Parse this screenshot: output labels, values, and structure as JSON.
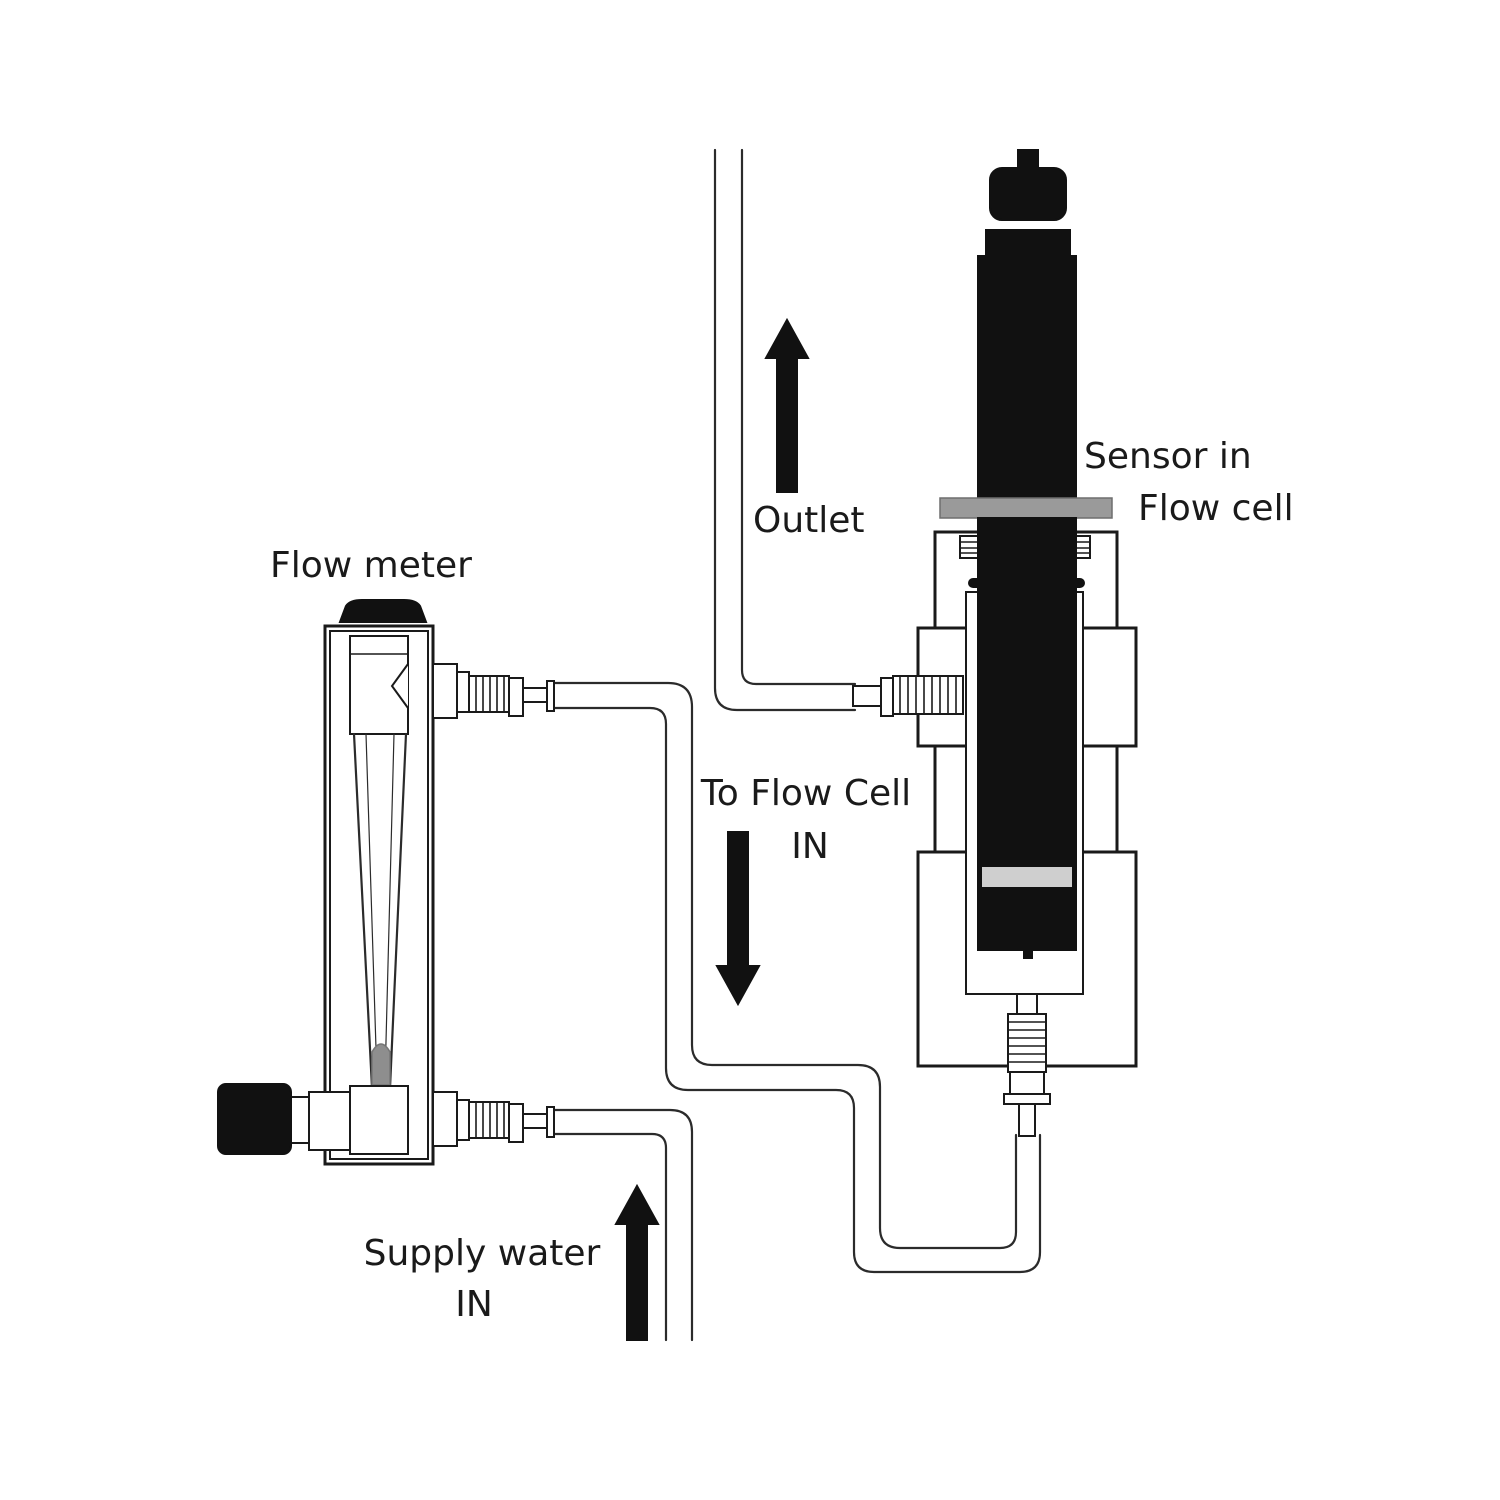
{
  "labels": {
    "flow_meter": "Flow meter",
    "outlet": "Outlet",
    "sensor_line1": "Sensor in",
    "sensor_line2": "Flow cell",
    "to_flow_cell_line1": "To Flow Cell",
    "to_flow_cell_line2": "IN",
    "supply_line1": "Supply water",
    "supply_line2": "IN"
  },
  "colors": {
    "ink": "#111111",
    "grey_band": "#9a9a9a",
    "light_band": "#cfcfcf"
  }
}
